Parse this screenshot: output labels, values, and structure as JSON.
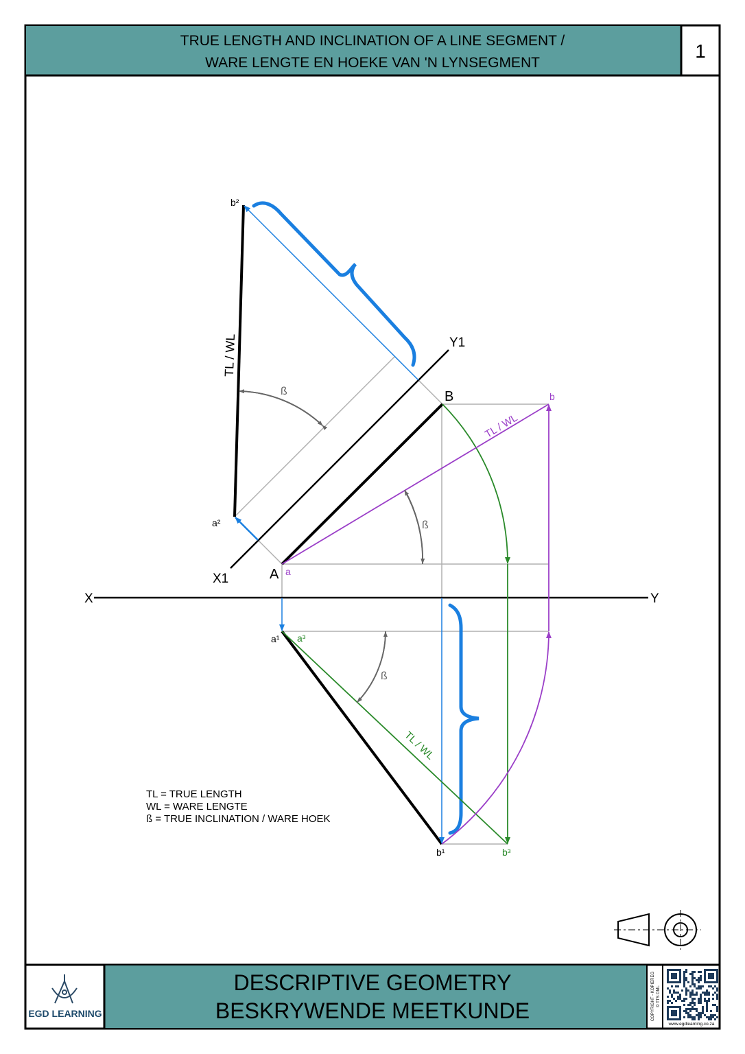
{
  "header": {
    "title_line1": "TRUE LENGTH AND INCLINATION OF A LINE SEGMENT /",
    "title_line2": "WARE LENGTE EN HOEKE VAN 'N LYNSEGMENT",
    "sheet_number": "1"
  },
  "drawing": {
    "labels": {
      "b2": "b²",
      "a2": "a²",
      "x1": "X1",
      "y1": "Y1",
      "A": "A",
      "B": "B",
      "a_top": "a",
      "b_top": "b",
      "x": "X",
      "y": "Y",
      "a1": "a¹",
      "a3": "a³",
      "b1": "b¹",
      "b3": "b³",
      "tl_aux": "TL / WL",
      "tl_plan": "TL / WL",
      "tl_front": "TL / WL",
      "beta_aux": "ß",
      "beta_top": "ß",
      "beta_bottom": "ß"
    },
    "colors": {
      "line": "#000000",
      "projector": "#b0b0b0",
      "blue": "#1a7fe0",
      "green": "#2a8a2a",
      "purple": "#9b3fc8",
      "angle": "#666666"
    }
  },
  "legend": {
    "line1": "TL = TRUE LENGTH",
    "line2": "WL = WARE LENGTE",
    "line3": "ß = TRUE INCLINATION / WARE HOEK"
  },
  "footer": {
    "logo_text": "EGD LEARNING",
    "title_line1": "DESCRIPTIVE GEOMETRY",
    "title_line2": "BESKRYWENDE MEETKUNDE",
    "copyright_line1": "COPYRIGHT - KOPIEREG",
    "copyright_line2": "© TTS DML",
    "website": "www.egdlearning.co.za",
    "band_color": "#5c9e9e"
  }
}
